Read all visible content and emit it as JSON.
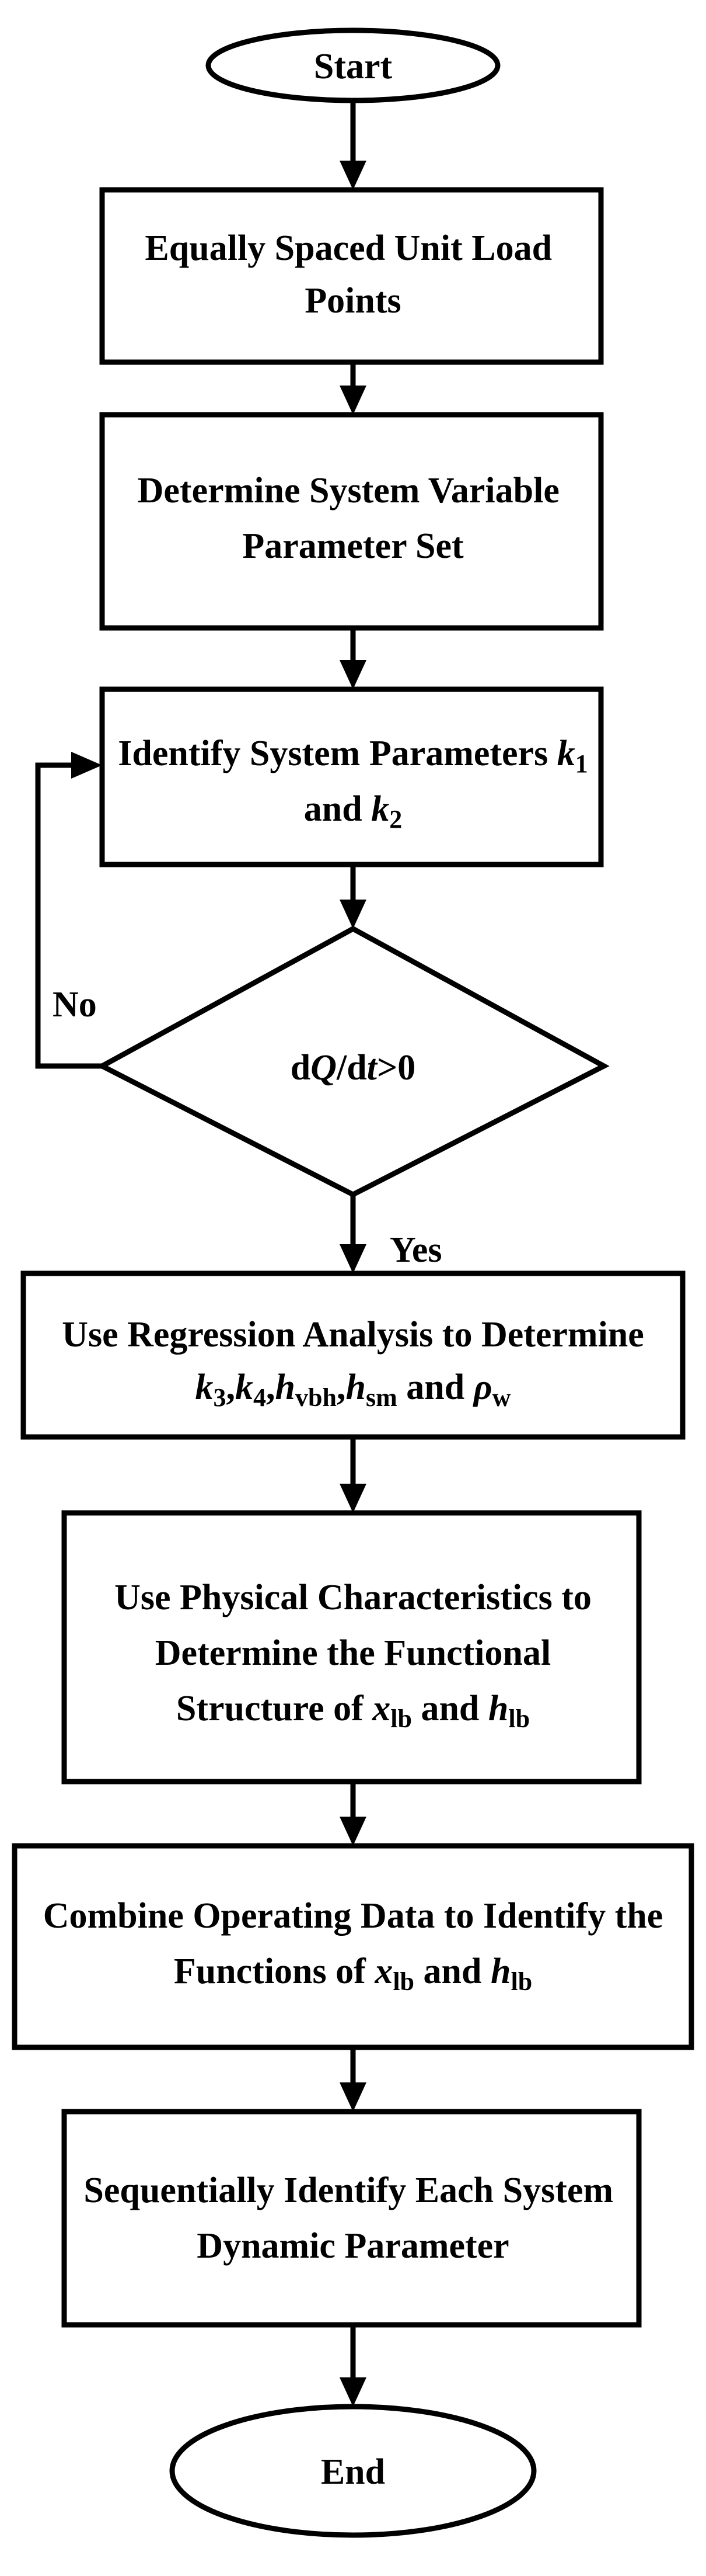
{
  "nodes": {
    "start": {
      "label": "Start"
    },
    "step1": {
      "line1": "Equally Spaced Unit Load",
      "line2": "Points"
    },
    "step2": {
      "line1": "Determine System Variable",
      "line2": "Parameter Set"
    },
    "step3": {
      "line1_text": "Identify System Parameters ",
      "var1": "k",
      "var1_sub": "1",
      "line2_text": "and ",
      "var2": "k",
      "var2_sub": "2"
    },
    "decision": {
      "prefix": "d",
      "q": "Q",
      "mid": "/d",
      "t": "t",
      "suffix": ">0"
    },
    "step4": {
      "line1": "Use Regression Analysis to Determine",
      "k3": "k",
      "k3_sub": "3",
      "sep1": ",",
      "k4": "k",
      "k4_sub": "4",
      "sep2": ",",
      "h1": "h",
      "h1_sub": "vbh",
      "sep3": ",",
      "h2": "h",
      "h2_sub": "sm",
      "and": " and ",
      "rho": "ρ",
      "rho_sub": "w"
    },
    "step5": {
      "line1": "Use Physical Characteristics to",
      "line2": "Determine the Functional",
      "line3_text": "Structure of ",
      "x": "x",
      "x_sub": "lb",
      "and": " and ",
      "h": "h",
      "h_sub": "lb"
    },
    "step6": {
      "line1": "Combine Operating Data to Identify the",
      "line2_text": "Functions of ",
      "x": "x",
      "x_sub": "lb",
      "and": " and ",
      "h": "h",
      "h_sub": "lb"
    },
    "step7": {
      "line1": "Sequentially Identify Each System",
      "line2": "Dynamic Parameter"
    },
    "end": {
      "label": "End"
    }
  },
  "edges": {
    "no_label": "No",
    "yes_label": "Yes"
  },
  "colors": {
    "stroke": "#000000",
    "fill": "#ffffff",
    "background": "#ffffff"
  }
}
